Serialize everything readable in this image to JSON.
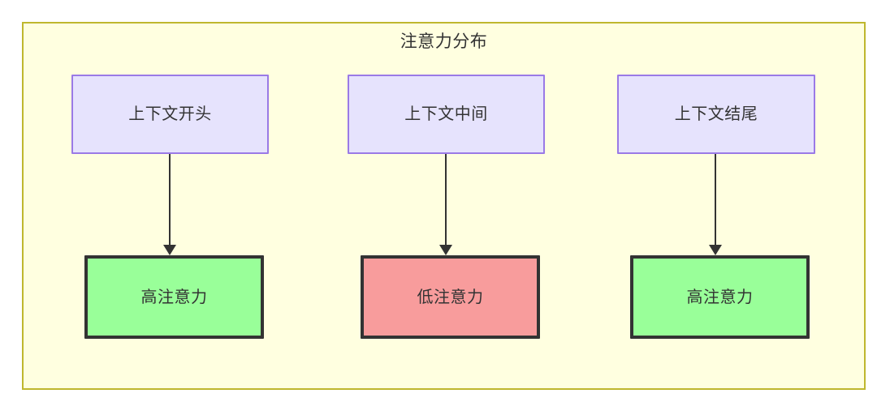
{
  "diagram": {
    "title": "注意力分布",
    "container": {
      "fill": "#ffffe0",
      "stroke": "#bfb72e"
    },
    "context_nodes": [
      {
        "id": "ctx-start",
        "label": "上下文开头",
        "fill": "#e6e3fd",
        "stroke": "#9a7ae6"
      },
      {
        "id": "ctx-middle",
        "label": "上下文中间",
        "fill": "#e6e3fd",
        "stroke": "#9a7ae6"
      },
      {
        "id": "ctx-end",
        "label": "上下文结尾",
        "fill": "#e6e3fd",
        "stroke": "#9a7ae6"
      }
    ],
    "attention_nodes": [
      {
        "id": "att-high-start",
        "label": "高注意力",
        "fill": "#99ff99",
        "stroke": "#333333"
      },
      {
        "id": "att-low-middle",
        "label": "低注意力",
        "fill": "#f89c9c",
        "stroke": "#333333"
      },
      {
        "id": "att-high-end",
        "label": "高注意力",
        "fill": "#99ff99",
        "stroke": "#333333"
      }
    ],
    "edges": [
      {
        "id": "edge-start",
        "from": "ctx-start",
        "to": "att-high-start",
        "arrow": "arrow-down-icon"
      },
      {
        "id": "edge-middle",
        "from": "ctx-middle",
        "to": "att-low-middle",
        "arrow": "arrow-down-icon"
      },
      {
        "id": "edge-end",
        "from": "ctx-end",
        "to": "att-high-end",
        "arrow": "arrow-down-icon"
      }
    ]
  }
}
